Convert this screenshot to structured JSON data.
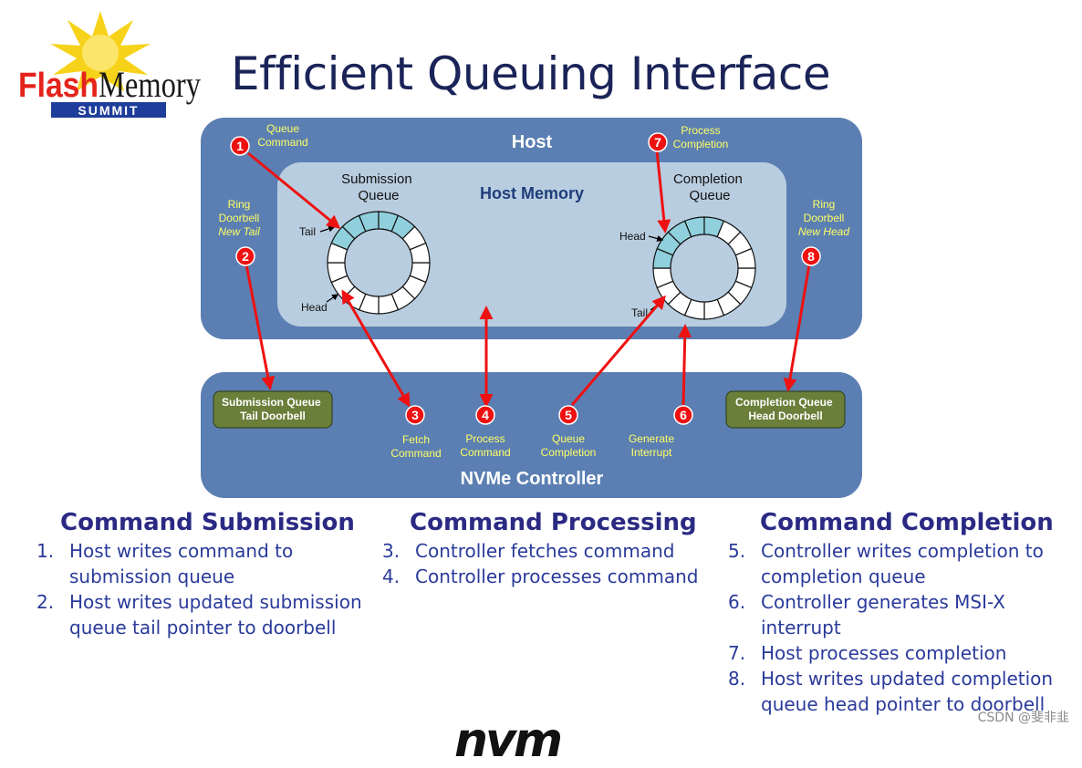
{
  "logo": {
    "flash": "Flash",
    "memory": "Memory",
    "summit": "SUMMIT"
  },
  "title": "Efficient Queuing Interface",
  "diagram": {
    "host_label": "Host",
    "host_memory_label": "Host Memory",
    "controller_label": "NVMe Controller",
    "submission_queue_label": [
      "Submission",
      "Queue"
    ],
    "completion_queue_label": [
      "Completion",
      "Queue"
    ],
    "sq_tail": "Tail",
    "sq_head": "Head",
    "cq_head": "Head",
    "cq_tail": "Tail",
    "sq_doorbell": [
      "Submission Queue",
      "Tail Doorbell"
    ],
    "cq_doorbell": [
      "Completion Queue",
      "Head Doorbell"
    ],
    "steps": [
      {
        "num": "1",
        "label": [
          "Queue",
          "Command"
        ]
      },
      {
        "num": "2",
        "label": [
          "Ring",
          "Doorbell",
          "New Tail"
        ]
      },
      {
        "num": "3",
        "label": [
          "Fetch",
          "Command"
        ]
      },
      {
        "num": "4",
        "label": [
          "Process",
          "Command"
        ]
      },
      {
        "num": "5",
        "label": [
          "Queue",
          "Completion"
        ]
      },
      {
        "num": "6",
        "label": [
          "Generate",
          "Interrupt"
        ]
      },
      {
        "num": "7",
        "label": [
          "Process",
          "Completion"
        ]
      },
      {
        "num": "8",
        "label": [
          "Ring",
          "Doorbell",
          "New Head"
        ]
      }
    ],
    "colors": {
      "outer_blue": "#5b7fb2",
      "memory_panel": "#b9cde0",
      "doorbell_green": "#6a7f3a",
      "step_yellow": "#ffff66",
      "arrow_red": "#ee1111",
      "queue_fill": "#8fd0dc"
    }
  },
  "sections": [
    {
      "heading": "Command Submission",
      "items": [
        {
          "num": "1.",
          "lines": [
            "Host writes command to",
            "submission queue"
          ]
        },
        {
          "num": "2.",
          "lines": [
            "Host writes updated submission",
            "queue tail pointer to doorbell"
          ]
        }
      ]
    },
    {
      "heading": "Command Processing",
      "items": [
        {
          "num": "3.",
          "lines": [
            "Controller fetches command"
          ]
        },
        {
          "num": "4.",
          "lines": [
            "Controller processes command"
          ]
        }
      ]
    },
    {
      "heading": "Command Completion",
      "items": [
        {
          "num": "5.",
          "lines": [
            "Controller writes completion to",
            "completion queue"
          ]
        },
        {
          "num": "6.",
          "lines": [
            "Controller generates MSI-X",
            "interrupt"
          ]
        },
        {
          "num": "7.",
          "lines": [
            "Host processes completion"
          ]
        },
        {
          "num": "8.",
          "lines": [
            "Host writes updated completion",
            "queue head pointer to doorbell"
          ]
        }
      ]
    }
  ],
  "footer": {
    "nvm_logo": "nvm",
    "watermark": "CSDN @斐非韭"
  }
}
